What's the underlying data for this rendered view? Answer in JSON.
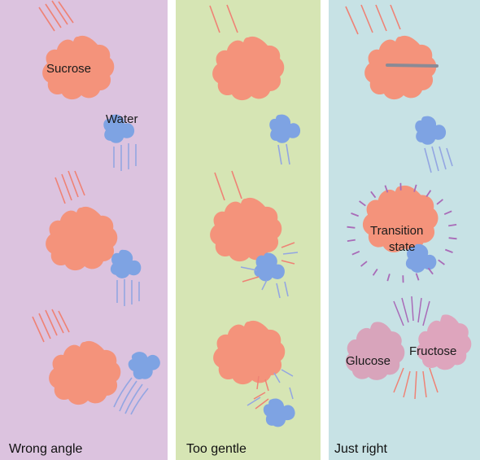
{
  "colors": {
    "panel_wrong": "#dcc3df",
    "panel_gentle": "#d6e5b4",
    "panel_right": "#c7e2e5",
    "gutter": "#ffffff",
    "sucrose": "#f4937b",
    "water": "#7ea3e3",
    "glucose": "#d8a4bb",
    "fructose": "#dea5bd",
    "motion_red": "#ef8275",
    "motion_blue": "#93a6e2",
    "spark_purple": "#a96bb8",
    "bond": "#8a8a95"
  },
  "panels": {
    "wrong": {
      "caption": "Wrong angle"
    },
    "gentle": {
      "caption": "Too gentle"
    },
    "right": {
      "caption": "Just right"
    }
  },
  "labels": {
    "sucrose": "Sucrose",
    "water": "Water",
    "transition_line1": "Transition",
    "transition_line2": "state",
    "glucose": "Glucose",
    "fructose": "Fructose"
  }
}
